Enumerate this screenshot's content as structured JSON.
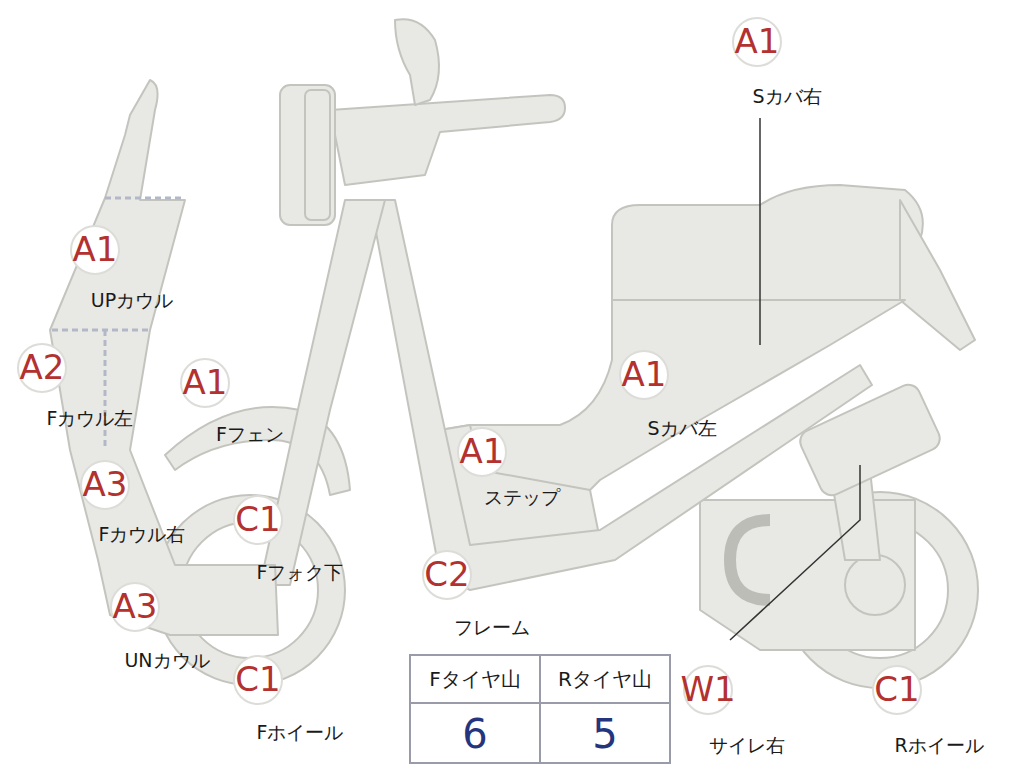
{
  "diagram": {
    "nodes": [
      {
        "text": [
          "A1",
          "Sカバ右"
        ]
      },
      {
        "text": [
          "A1",
          "UPカウル"
        ]
      },
      {
        "text": [
          "A2",
          "Fカウル左"
        ]
      },
      {
        "text": [
          "A1",
          "Fフェン"
        ]
      },
      {
        "text": [
          "A1",
          "Sカバ左"
        ]
      },
      {
        "text": [
          "A1",
          "ステップ"
        ]
      },
      {
        "text": [
          "A3",
          "Fカウル右"
        ]
      },
      {
        "text": [
          "C1",
          "Fフォク下"
        ]
      },
      {
        "text": [
          "C2",
          "フレーム"
        ]
      },
      {
        "text": [
          "A3",
          "UNカウル"
        ]
      },
      {
        "text": [
          "C1",
          "Fホイール"
        ]
      },
      {
        "text": [
          "W1",
          "サイレ右"
        ]
      },
      {
        "text": [
          "C1",
          "Rホイール"
        ]
      }
    ],
    "edges": [],
    "labels": [
      "Fタイヤ山",
      "Rタイヤ山",
      "6",
      "5"
    ]
  }
}
